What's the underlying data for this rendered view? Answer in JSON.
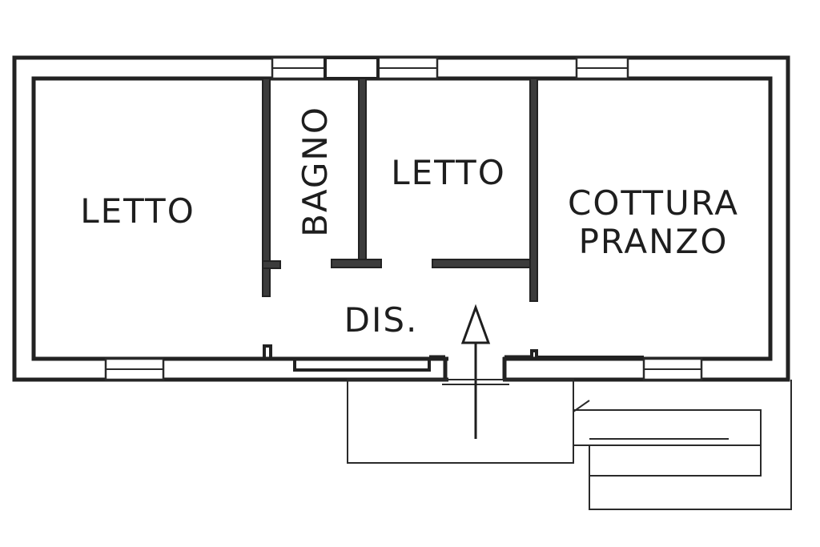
{
  "rooms": {
    "bedroom_left": "LETTO",
    "bathroom": "BAGNO",
    "bedroom_middle": "LETTO",
    "kitchen_line1": "COTTURA",
    "kitchen_line2": "PRANZO",
    "hallway": "DIS."
  },
  "colors": {
    "wall": "#222222",
    "text": "#1e1e1e",
    "background": "#ffffff"
  }
}
